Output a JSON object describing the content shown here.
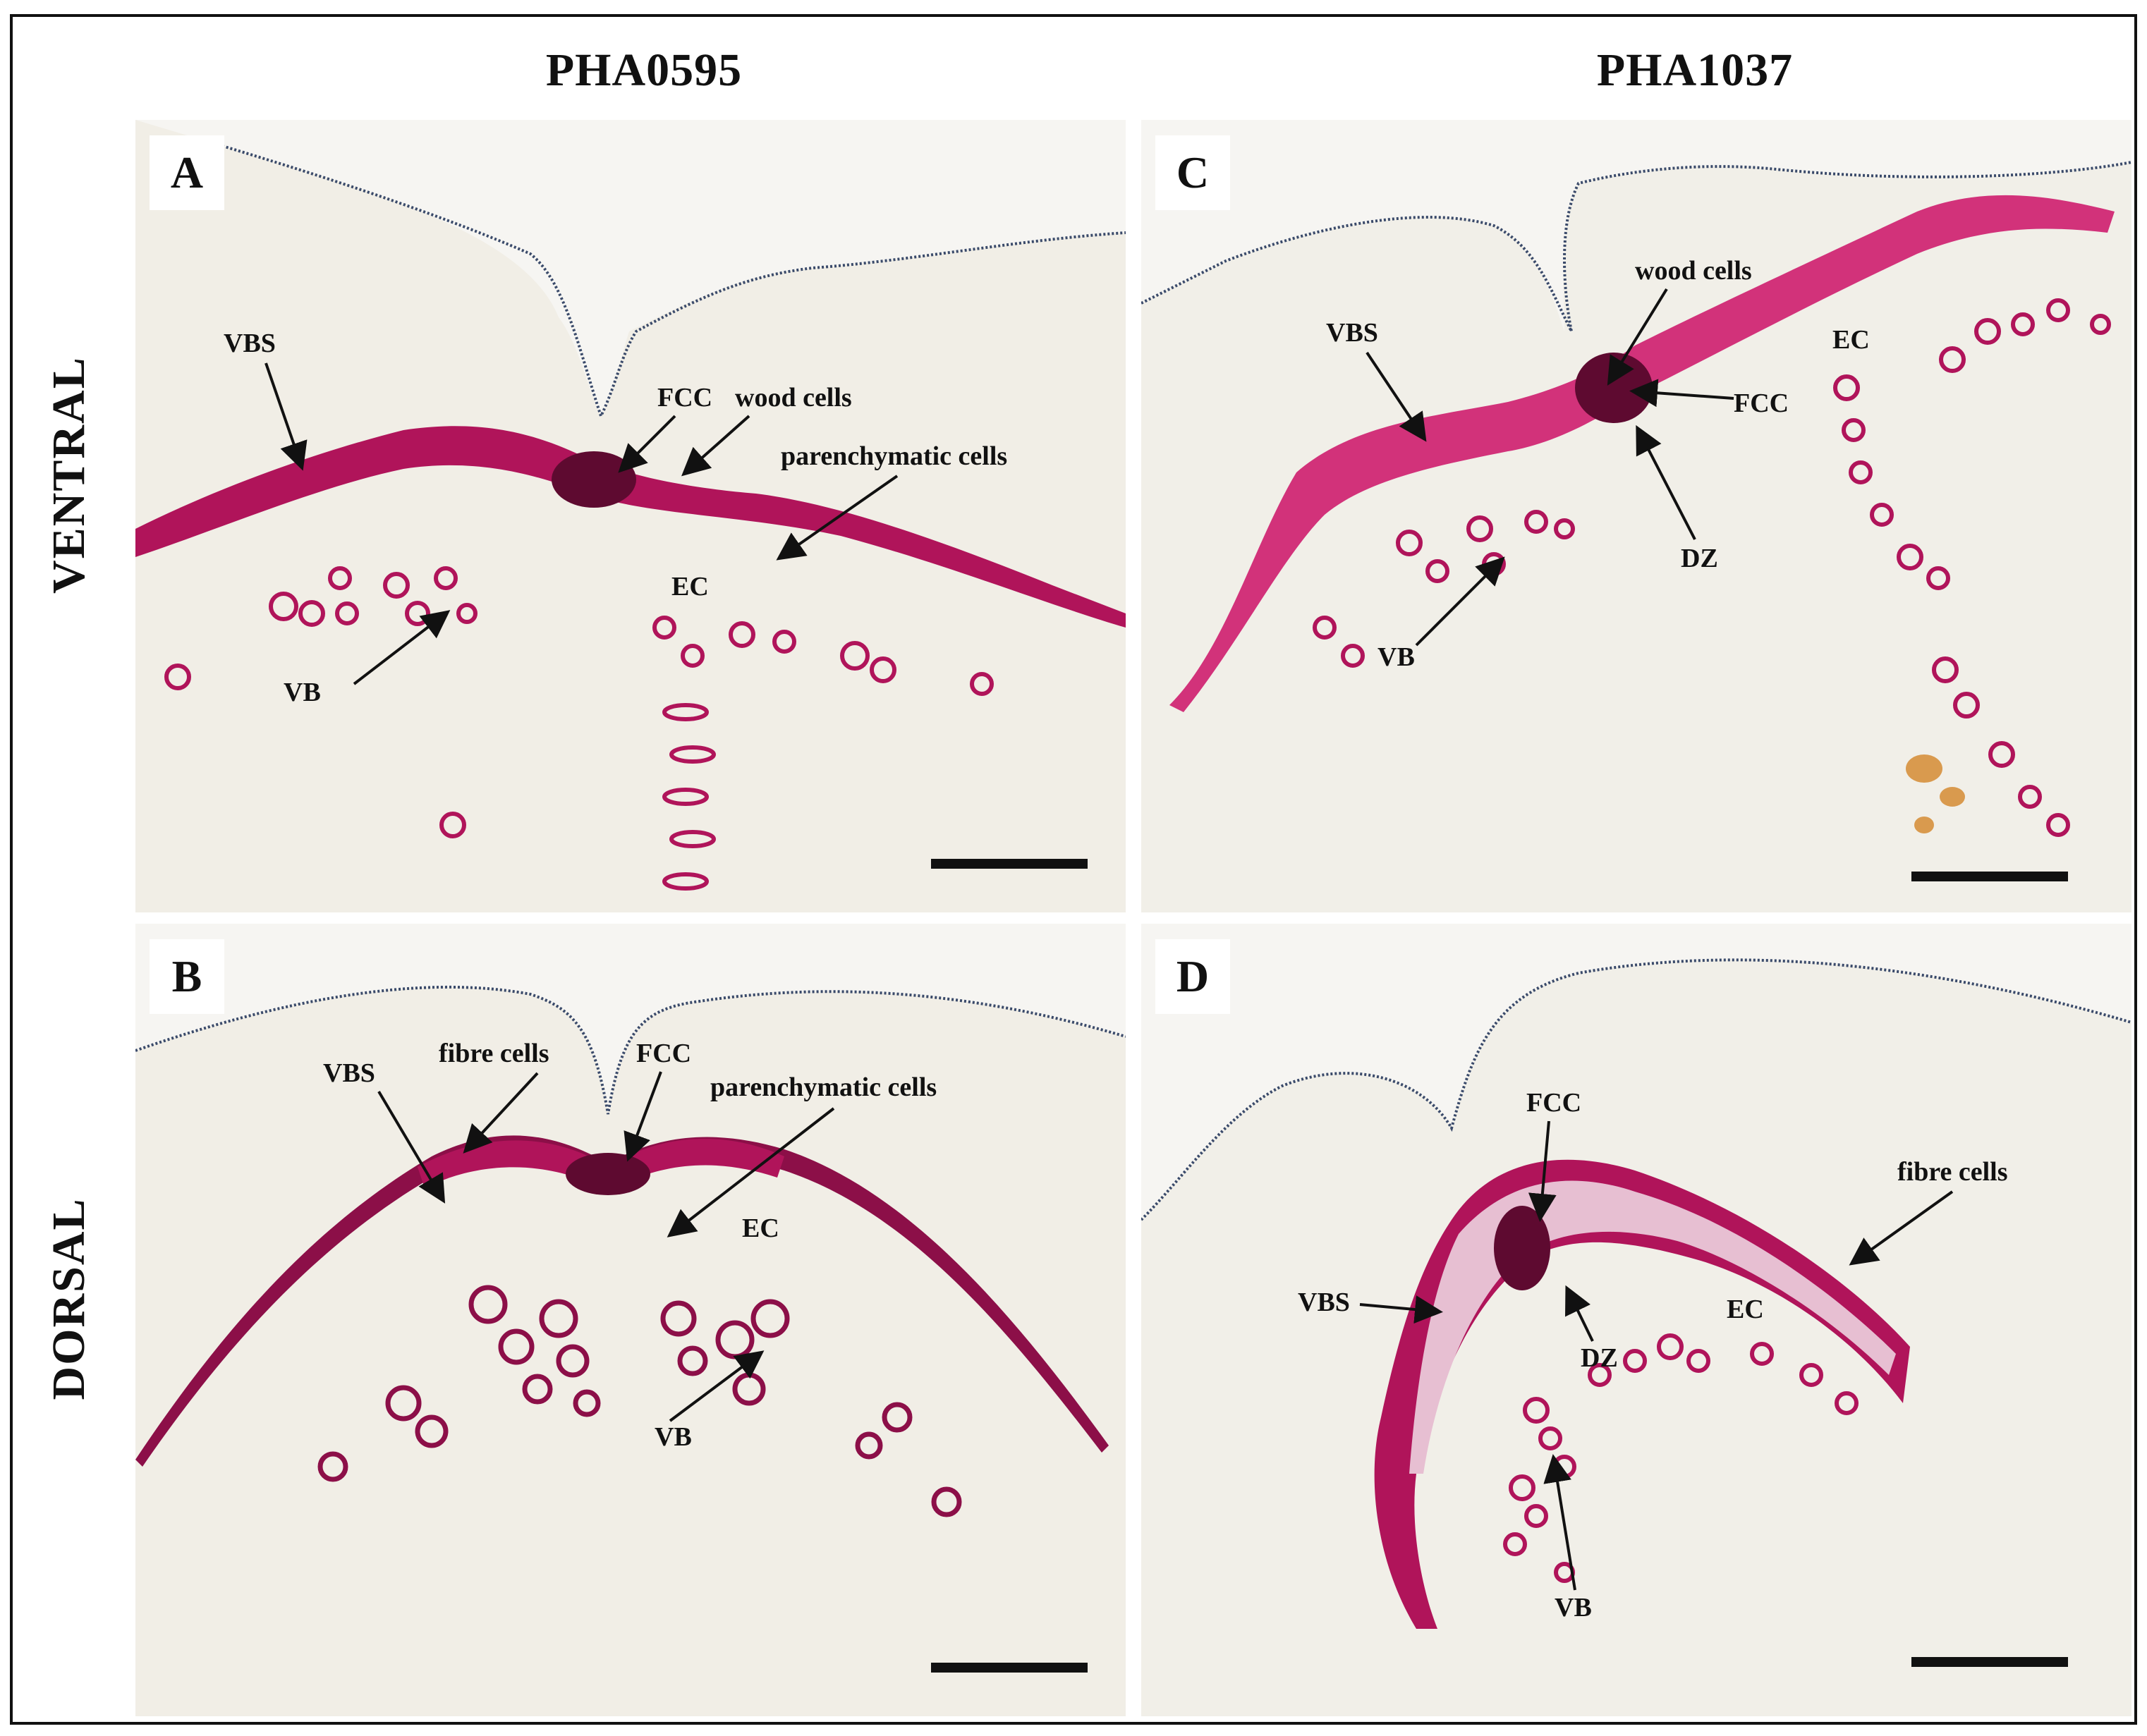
{
  "columns": {
    "left": "PHA0595",
    "right": "PHA1037"
  },
  "rows": {
    "top": "VENTRAL",
    "bottom": "DORSAL"
  },
  "colors": {
    "stain": "#b0145a",
    "stain_dark": "#5e0a30",
    "stain_light": "#e06ba0",
    "background": "#f3efe6",
    "cuticle": "#3a4a6a"
  },
  "panels": {
    "a": {
      "letter": "A",
      "labels": {
        "vbs": "VBS",
        "fcc": "FCC",
        "wood": "wood cells",
        "parenchyma": "parenchymatic cells",
        "ec": "EC",
        "vb": "VB"
      }
    },
    "b": {
      "letter": "B",
      "labels": {
        "vbs": "VBS",
        "fibre": "fibre cells",
        "fcc": "FCC",
        "parenchyma": "parenchymatic cells",
        "ec": "EC",
        "vb": "VB"
      }
    },
    "c": {
      "letter": "C",
      "labels": {
        "wood": "wood cells",
        "vbs": "VBS",
        "ec": "EC",
        "fcc": "FCC",
        "dz": "DZ",
        "vb": "VB"
      }
    },
    "d": {
      "letter": "D",
      "labels": {
        "fcc": "FCC",
        "fibre": "fibre cells",
        "vbs": "VBS",
        "ec": "EC",
        "dz": "DZ",
        "vb": "VB"
      }
    }
  }
}
